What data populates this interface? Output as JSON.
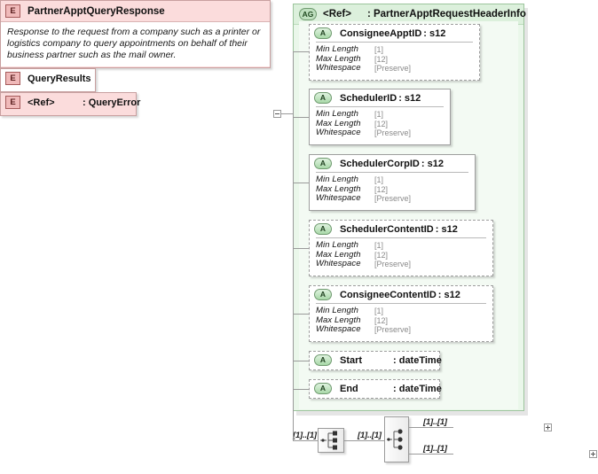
{
  "diagram": {
    "type": "xsd-schema-diagram",
    "colors": {
      "element_fill": "#fbdcdc",
      "element_border": "#c8a0a0",
      "group_fill": "#eaf7ea",
      "group_border": "#9cc49c",
      "attr_badge_fill": "#a9d8a9",
      "line": "#9a9a9a",
      "facet_value": "#8a8a8a"
    }
  },
  "root_element": {
    "icon": "element-icon",
    "badge": "E",
    "name": "PartnerApptQueryResponse",
    "annotation": "Response to the request from a company such as a printer or logistics company to query appointments on behalf of their business partner such as the mail owner.",
    "toggle": "minus"
  },
  "attribute_group": {
    "badge": "AG",
    "ref_label": "<Ref>",
    "type_label": ": PartnerApptRequestHeaderInfo",
    "attributes": [
      {
        "badge": "A",
        "name": "ConsigneeApptID",
        "type": ": s12",
        "required": false,
        "facets": [
          {
            "key": "Min Length",
            "value": "[1]"
          },
          {
            "key": "Max Length",
            "value": "[12]"
          },
          {
            "key": "Whitespace",
            "value": "[Preserve]"
          }
        ]
      },
      {
        "badge": "A",
        "name": "SchedulerID",
        "type": ": s12",
        "required": true,
        "facets": [
          {
            "key": "Min Length",
            "value": "[1]"
          },
          {
            "key": "Max Length",
            "value": "[12]"
          },
          {
            "key": "Whitespace",
            "value": "[Preserve]"
          }
        ]
      },
      {
        "badge": "A",
        "name": "SchedulerCorpID",
        "type": ": s12",
        "required": true,
        "facets": [
          {
            "key": "Min Length",
            "value": "[1]"
          },
          {
            "key": "Max Length",
            "value": "[12]"
          },
          {
            "key": "Whitespace",
            "value": "[Preserve]"
          }
        ]
      },
      {
        "badge": "A",
        "name": "SchedulerContentID",
        "type": ": s12",
        "required": false,
        "facets": [
          {
            "key": "Min Length",
            "value": "[1]"
          },
          {
            "key": "Max Length",
            "value": "[12]"
          },
          {
            "key": "Whitespace",
            "value": "[Preserve]"
          }
        ]
      },
      {
        "badge": "A",
        "name": "ConsigneeContentID",
        "type": ": s12",
        "required": false,
        "facets": [
          {
            "key": "Min Length",
            "value": "[1]"
          },
          {
            "key": "Max Length",
            "value": "[12]"
          },
          {
            "key": "Whitespace",
            "value": "[Preserve]"
          }
        ]
      }
    ],
    "simple_attributes": [
      {
        "badge": "A",
        "name": "Start",
        "type": ": dateTime",
        "required": false
      },
      {
        "badge": "A",
        "name": "End",
        "type": ": dateTime",
        "required": false
      }
    ]
  },
  "compositors": {
    "sequence": {
      "icon": "sequence-icon",
      "cardinality_in": "[1]..[1]"
    },
    "choice": {
      "icon": "choice-icon",
      "cardinality_in": "[1]..[1]"
    }
  },
  "children": [
    {
      "badge": "E",
      "icon": "element-icon",
      "name": "QueryResults",
      "type": "",
      "is_ref": false,
      "cardinality": "[1]..[1]",
      "toggle": "plus"
    },
    {
      "badge": "E",
      "icon": "element-icon",
      "name": "<Ref>",
      "type": ": QueryError",
      "is_ref": true,
      "cardinality": "[1]..[1]",
      "toggle": "plus"
    }
  ]
}
